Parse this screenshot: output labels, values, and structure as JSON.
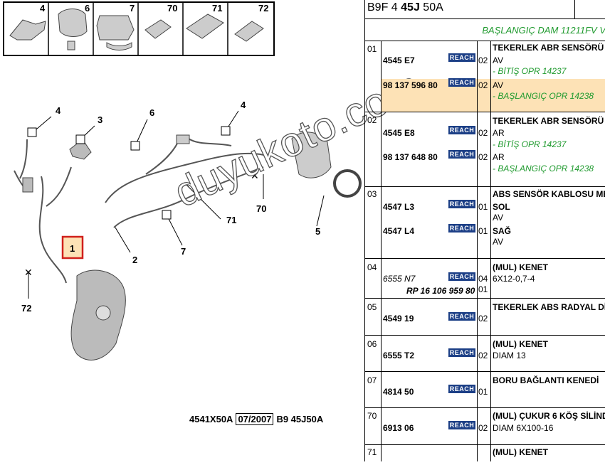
{
  "diagram": {
    "top_callouts": [
      "4",
      "6",
      "7",
      "70",
      "71",
      "72"
    ],
    "callouts": [
      "4",
      "3",
      "6",
      "4",
      "1",
      "70",
      "71",
      "5",
      "2",
      "7",
      "72"
    ],
    "footer": {
      "ref": "4541X50A",
      "date": "07/2007",
      "model": "B9 45J50A"
    }
  },
  "header": {
    "prefix": "B9F 4 ",
    "bold": "45J",
    "suffix": " 50A"
  },
  "start_label": "BAŞLANGIÇ DAM 11211FV V",
  "reach_label": "REACH",
  "colors": {
    "reach_bg": "#1c3f86",
    "green": "#1f9a2e",
    "highlight": "#fde2b6"
  },
  "rows": [
    {
      "num": "01",
      "desc": "TEKERLEK ABR SENSÖRÜ",
      "parts": [
        {
          "ref": "4545 E7",
          "qty": "02",
          "lines": [
            "AV",
            "- BİTİŞ OPR 14237"
          ]
        },
        {
          "ref": "98 137 596 80",
          "qty": "02",
          "lines": [
            "AV",
            "- BAŞLANGIÇ OPR 14238"
          ]
        }
      ]
    },
    {
      "num": "02",
      "desc": "TEKERLEK ABR SENSÖRÜ",
      "parts": [
        {
          "ref": "4545 E8",
          "qty": "02",
          "lines": [
            "AR",
            "- BİTİŞ OPR 14237"
          ]
        },
        {
          "ref": "98 137 648 80",
          "qty": "02",
          "lines": [
            "AR",
            "- BAŞLANGIÇ OPR 14238"
          ]
        }
      ]
    },
    {
      "num": "03",
      "desc": "ABS SENSÖR KABLOSU ME",
      "parts": [
        {
          "ref": "4547 L3",
          "qty": "01",
          "lines": [
            "SOL",
            "AV"
          ]
        },
        {
          "ref": "4547 L4",
          "qty": "01",
          "lines": [
            "SAĞ",
            "AV"
          ]
        }
      ]
    },
    {
      "num": "04",
      "desc": "(MUL) KENET",
      "parts": [
        {
          "ref": "6555 N7",
          "qty": "04",
          "lines": [
            "6X12-0,7-4"
          ]
        }
      ],
      "alt": {
        "ref": "RP 16 106 959 80",
        "qty": "01"
      }
    },
    {
      "num": "05",
      "desc": "TEKERLEK ABS RADYAL Dİ",
      "parts": [
        {
          "ref": "4549 19",
          "qty": "02",
          "lines": []
        }
      ]
    },
    {
      "num": "06",
      "desc": "(MUL) KENET",
      "parts": [
        {
          "ref": "6555 T2",
          "qty": "02",
          "lines": [
            "DIAM 13"
          ]
        }
      ]
    },
    {
      "num": "07",
      "desc": "BORU BAĞLANTI KENEDİ",
      "parts": [
        {
          "ref": "4814 50",
          "qty": "01",
          "lines": []
        }
      ]
    },
    {
      "num": "70",
      "desc": "(MUL) ÇUKUR 6 KÖŞ SİLİND",
      "parts": [
        {
          "ref": "6913 06",
          "qty": "02",
          "lines": [
            "DIAM 6X100-16"
          ]
        }
      ]
    },
    {
      "num": "71",
      "desc": "(MUL) KENET",
      "parts": []
    }
  ],
  "watermark": "duyukoto.com"
}
